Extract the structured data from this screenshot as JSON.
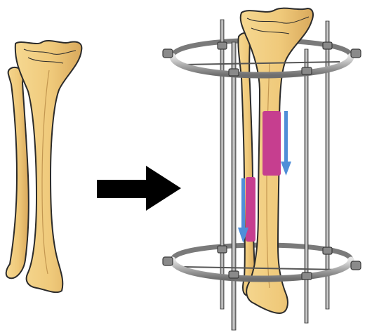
{
  "diagram": {
    "panels": [
      {
        "id": "before",
        "depicts": "tibia-and-fibula"
      },
      {
        "id": "after",
        "depicts": "ring-external-fixator-bone-transport"
      }
    ],
    "transition": {
      "direction": "right"
    },
    "colors": {
      "bone_fill": "#EFC97A",
      "bone_shade": "#D9A95C",
      "bone_outline": "#2B2B2B",
      "frame_metal": "#9A9A9A",
      "frame_dark": "#4A4A4A",
      "regenerate_segment": "#C63E8F",
      "transport_arrow": "#4F8ED8",
      "main_arrow": "#000000",
      "background": "#FFFFFF"
    }
  }
}
